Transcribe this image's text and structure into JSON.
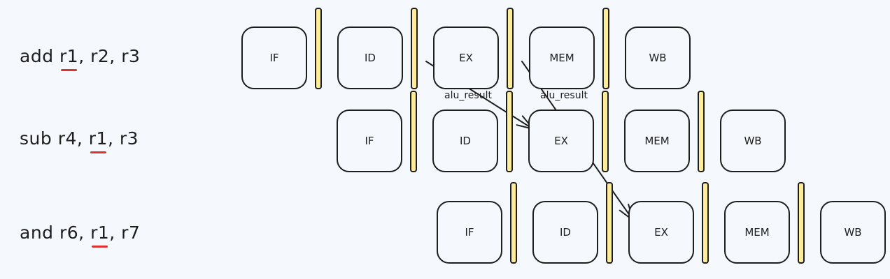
{
  "instructions": [
    {
      "opcode": "add",
      "operands": [
        {
          "text": "r1",
          "hazard": true
        },
        {
          "text": "r2",
          "hazard": false
        },
        {
          "text": "r3",
          "hazard": false
        }
      ]
    },
    {
      "opcode": "sub",
      "operands": [
        {
          "text": "r4",
          "hazard": false
        },
        {
          "text": "r1",
          "hazard": true
        },
        {
          "text": "r3",
          "hazard": false
        }
      ]
    },
    {
      "opcode": "and",
      "operands": [
        {
          "text": "r6",
          "hazard": false
        },
        {
          "text": "r1",
          "hazard": true
        },
        {
          "text": "r7",
          "hazard": false
        }
      ]
    }
  ],
  "stages": [
    "IF",
    "ID",
    "EX",
    "MEM",
    "WB"
  ],
  "forwarding": [
    {
      "label": "alu_result",
      "from_stage": "EX",
      "from_row": 0,
      "to_stage": "EX",
      "to_row": 1
    },
    {
      "label": "alu_result",
      "from_stage": "MEM",
      "from_row": 0,
      "to_stage": "EX",
      "to_row": 2
    }
  ],
  "colors": {
    "background": "#f5f9fd",
    "stroke": "#1e1e1e",
    "pipeline_register_fill": "#ffec99",
    "hazard_underline": "#e03131"
  }
}
